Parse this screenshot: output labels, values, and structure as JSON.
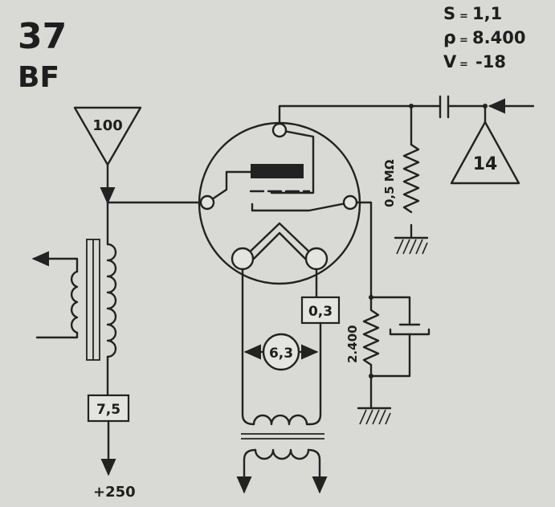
{
  "header": {
    "tube_number": "37",
    "tube_class": "BF"
  },
  "specs": [
    {
      "symbol": "S",
      "sep": "=",
      "value": "1,1"
    },
    {
      "symbol": "ρ",
      "sep": "=",
      "value": "8.400"
    },
    {
      "symbol": "V",
      "sep": "=",
      "value": "-18"
    }
  ],
  "components": {
    "input_stage_ref": "100",
    "output_stage_ref": "14",
    "grid_resistor": "0,5 MΩ",
    "cathode_resistor": "2.400",
    "filament_current": "0,3",
    "filament_voltage": "6,3",
    "transformer_supply_resistor": "7,5",
    "supply_voltage": "+250"
  },
  "colors": {
    "paper": "#d9d9d6",
    "ink": "#222222"
  }
}
